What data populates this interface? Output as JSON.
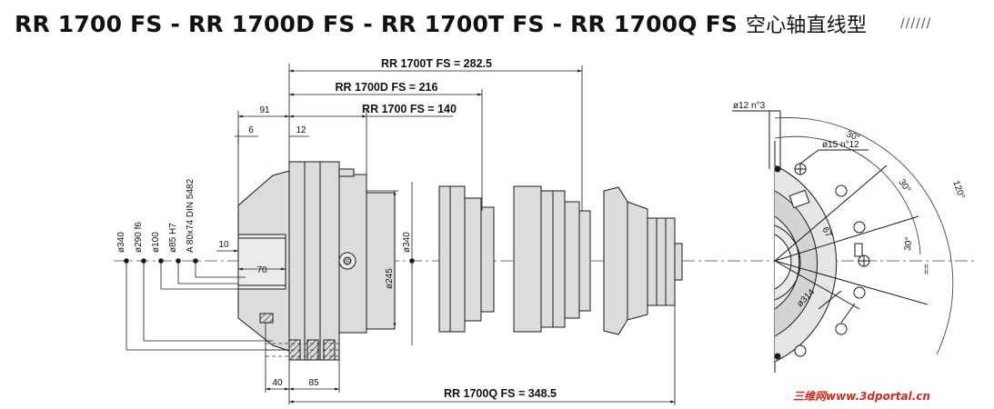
{
  "title": {
    "models": "RR 1700 FS - RR 1700D FS - RR 1700T FS - RR 1700Q FS",
    "suffix": "空心轴直线型",
    "slashes": "//////"
  },
  "dimensions": {
    "top_t": "RR 1700T FS = 282.5",
    "top_d": "RR 1700D FS = 216",
    "top_s": "RR 1700 FS = 140",
    "bottom_q": "RR 1700Q FS = 348.5",
    "d91": "91",
    "d6": "6",
    "d12": "12",
    "d10": "10",
    "d70": "70",
    "d40": "40",
    "d85": "85",
    "phi340_left": "ø340",
    "phi290": "ø290 f6",
    "phi100": "ø100",
    "phi85": "ø85 H7",
    "spline": "A 80x74 DIN 5482",
    "phi340_mid": "ø340",
    "phi245": "ø245",
    "hole12": "ø12 n°3",
    "hole15": "ø15 n°12",
    "ang30a": "30°",
    "ang30b": "30°",
    "ang30c": "30°",
    "ang120": "120°",
    "ang67": "67",
    "phi314": "ø314",
    "eq": "=="
  },
  "watermark": "三维网www.3dportal.cn",
  "colors": {
    "line": "#1a1a1a",
    "body_fill": "#dcdcdc",
    "watermark": "#d42a1e"
  }
}
